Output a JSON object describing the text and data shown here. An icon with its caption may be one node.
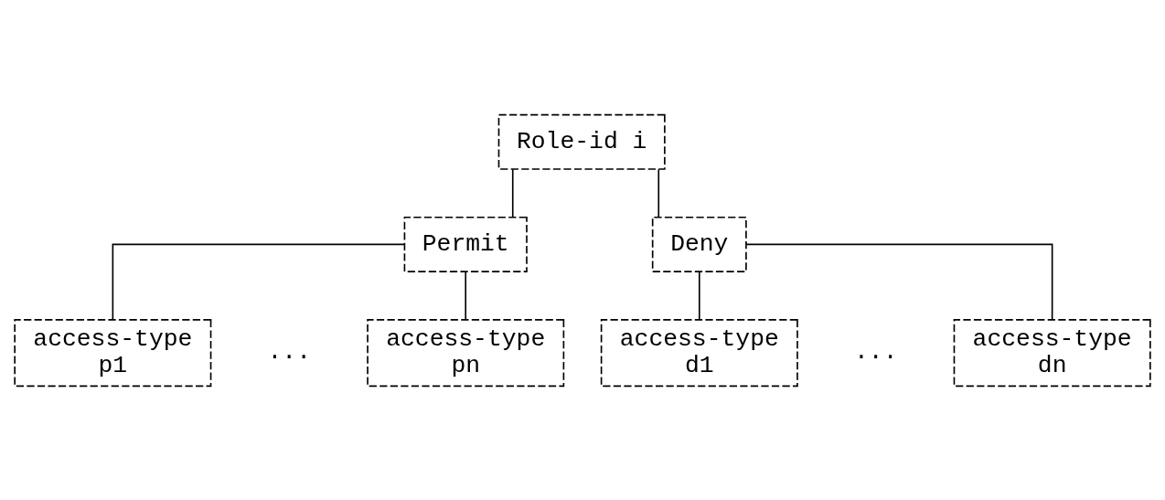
{
  "diagram": {
    "nodes": [
      {
        "text": [
          "Role-id i"
        ]
      },
      {
        "text": [
          "Permit"
        ]
      },
      {
        "text": [
          "Deny"
        ]
      },
      {
        "text": [
          "access-type p1"
        ]
      },
      {
        "text": [
          "access-type pn"
        ]
      },
      {
        "text": [
          "access-type d1"
        ]
      },
      {
        "text": [
          "access-type dn"
        ]
      }
    ],
    "edges": [
      {
        "from": 0,
        "to": 1,
        "arrow": "none"
      },
      {
        "from": 0,
        "to": 2,
        "arrow": "none"
      },
      {
        "from": 1,
        "to": 3,
        "arrow": "none"
      },
      {
        "from": 1,
        "to": 4,
        "arrow": "none"
      },
      {
        "from": 2,
        "to": 5,
        "arrow": "none"
      },
      {
        "from": 2,
        "to": 6,
        "arrow": "none"
      }
    ],
    "labels": [
      "...",
      "..."
    ]
  }
}
